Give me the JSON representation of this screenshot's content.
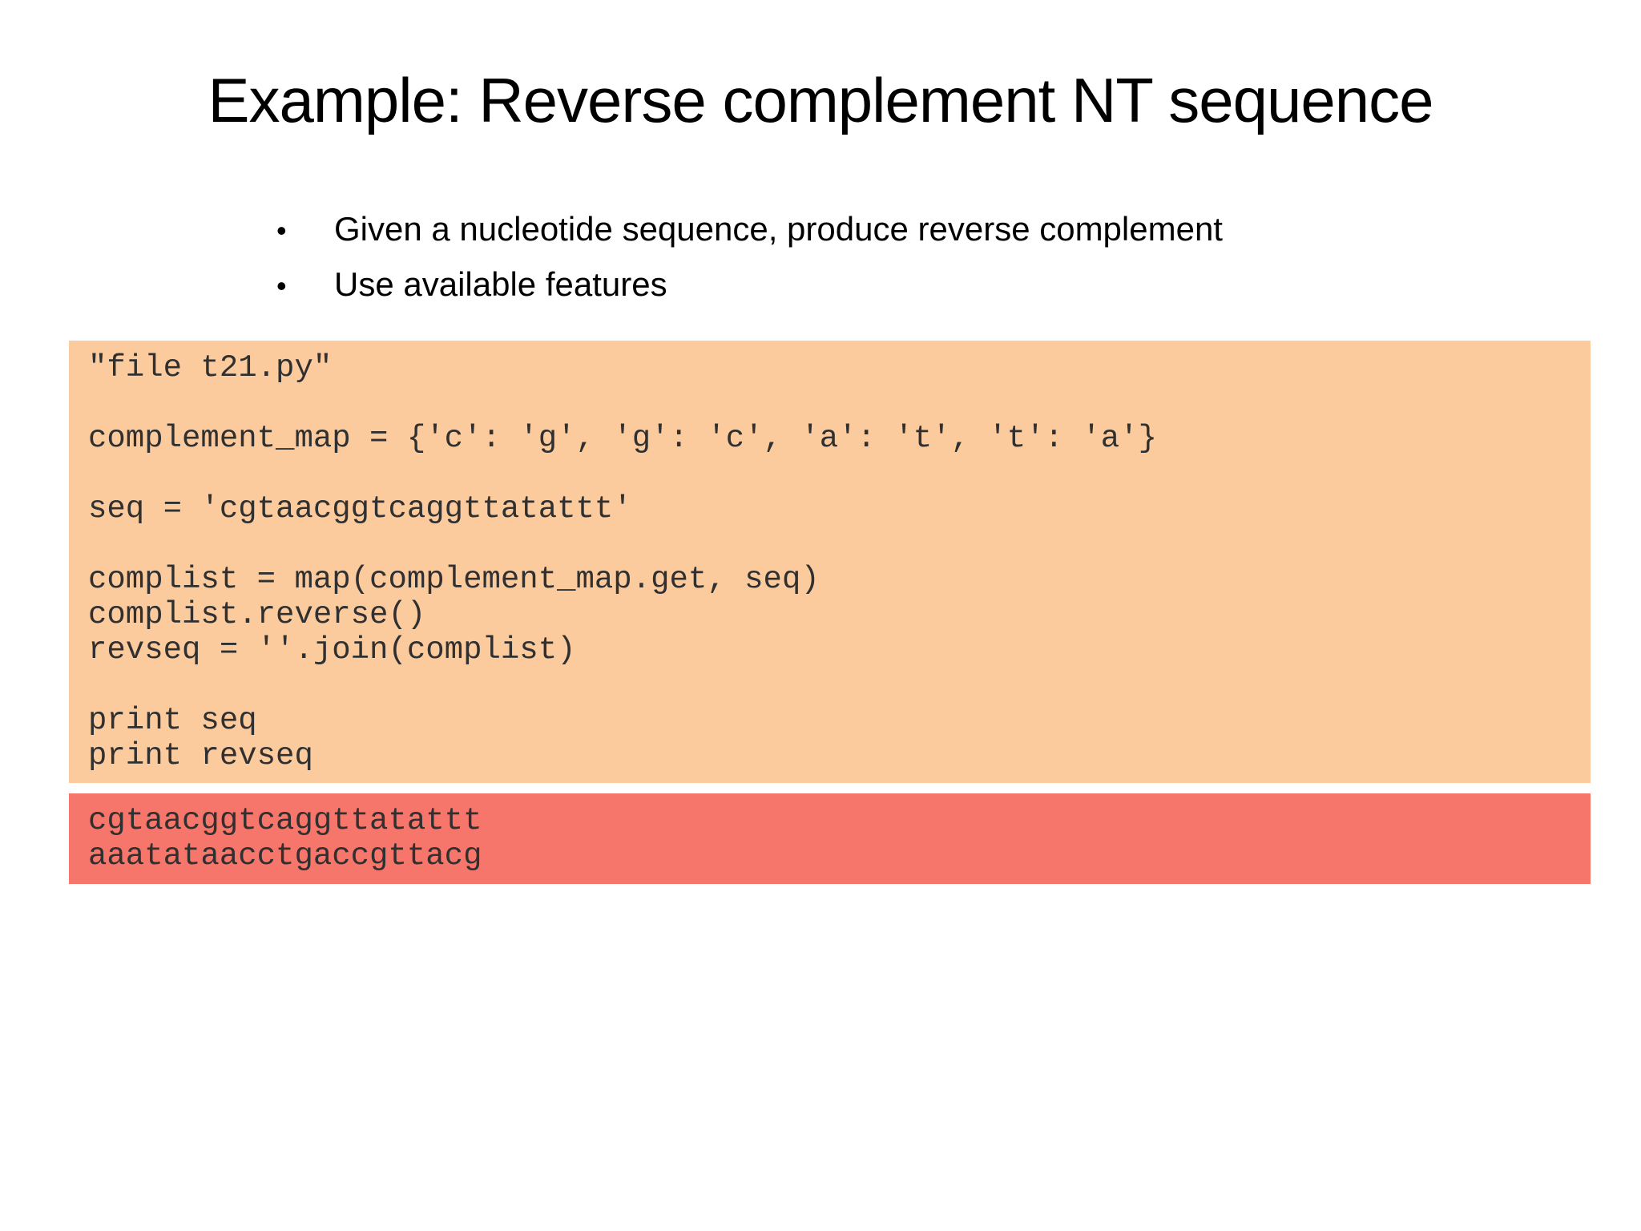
{
  "slide": {
    "title": "Example: Reverse complement NT sequence",
    "bullet_marker": "•",
    "bullets": [
      "Given a nucleotide sequence, produce reverse complement",
      "Use available features"
    ],
    "code_block": {
      "lines": [
        "\"file t21.py\"",
        "",
        "complement_map = {'c': 'g', 'g': 'c', 'a': 't', 't': 'a'}",
        "",
        "seq = 'cgtaacggtcaggttatattt'",
        "",
        "complist = map(complement_map.get, seq)",
        "complist.reverse()",
        "revseq = ''.join(complist)",
        "",
        "print seq",
        "print revseq"
      ]
    },
    "output_block": {
      "lines": [
        "cgtaacggtcaggttatattt",
        "aaatataacctgaccgttacg"
      ]
    }
  },
  "colors": {
    "code_bg": "#fbca9d",
    "output_bg": "#f7766b",
    "code_text": "#303030",
    "title_text": "#000000"
  }
}
